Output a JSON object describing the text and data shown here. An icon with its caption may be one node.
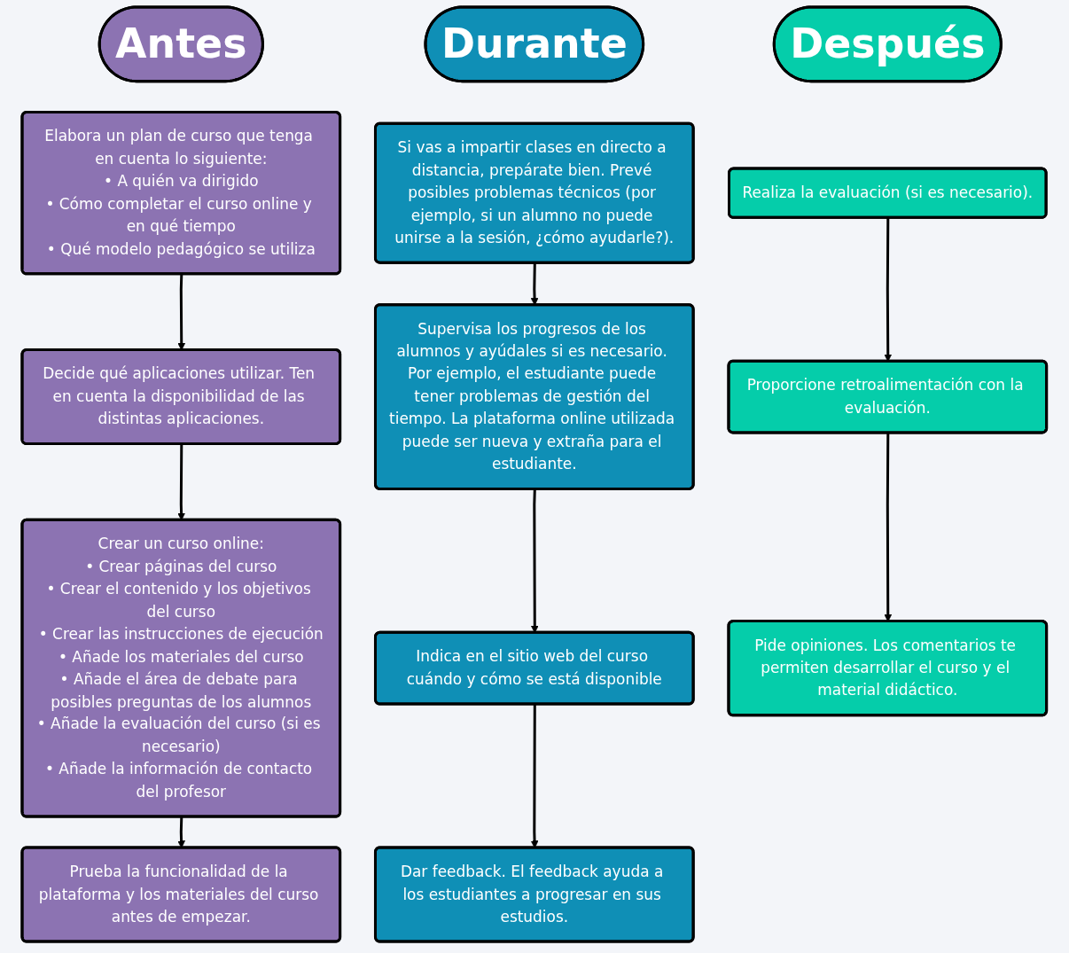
{
  "diagram": {
    "nodes": [
      {
        "text": [
          "Antes"
        ]
      },
      {
        "text": [
          "Durante"
        ]
      },
      {
        "text": [
          "Después"
        ]
      },
      {
        "text": [
          "Elabora un plan de curso que tenga en cuenta lo siguiente:",
          "• A quién va dirigido",
          "• Cómo completar el curso online y en qué tiempo",
          "• Qué modelo pedagógico se utiliza"
        ]
      },
      {
        "text": [
          "Decide qué aplicaciones utilizar. Ten en cuenta la disponibilidad de las distintas aplicaciones."
        ]
      },
      {
        "text": [
          "Crear un curso online:",
          "• Crear páginas del curso",
          "• Crear el contenido y los objetivos del curso",
          "• Crear las instrucciones de ejecución",
          "• Añade los materiales del curso",
          "• Añade el área de debate para posibles preguntas de los alumnos",
          "• Añade la evaluación del curso (si es necesario)",
          "• Añade la información de contacto del profesor"
        ]
      },
      {
        "text": [
          "Prueba la funcionalidad de la plataforma y los materiales del curso antes de empezar."
        ]
      },
      {
        "text": [
          "Si vas a impartir clases en directo a distancia, prepárate bien. Prevé posibles problemas técnicos (por ejemplo, si un alumno no puede unirse a la sesión, ¿cómo ayudarle?)."
        ]
      },
      {
        "text": [
          "Supervisa los progresos de los alumnos y ayúdales si es necesario. Por ejemplo, el estudiante puede tener problemas de gestión del tiempo. La plataforma online utilizada puede ser nueva y extraña para el estudiante."
        ]
      },
      {
        "text": [
          "Indica en el sitio web del curso cuándo y cómo se está disponible"
        ]
      },
      {
        "text": [
          "Dar feedback. El feedback ayuda a los estudiantes a progresar en sus estudios."
        ]
      },
      {
        "text": [
          "Realiza la evaluación (si es necesario)."
        ]
      },
      {
        "text": [
          "Proporcione retroalimentación con la evaluación."
        ]
      },
      {
        "text": [
          "Pide opiniones. Los comentarios te permiten desarrollar el curso y el material didáctico."
        ]
      }
    ],
    "edges": [
      {
        "from": 3,
        "to": 4,
        "arrow": "to"
      },
      {
        "from": 4,
        "to": 5,
        "arrow": "to"
      },
      {
        "from": 5,
        "to": 6,
        "arrow": "to"
      },
      {
        "from": 7,
        "to": 8,
        "arrow": "to"
      },
      {
        "from": 8,
        "to": 9,
        "arrow": "to"
      },
      {
        "from": 9,
        "to": 10,
        "arrow": "to"
      },
      {
        "from": 11,
        "to": 12,
        "arrow": "to"
      },
      {
        "from": 12,
        "to": 13,
        "arrow": "to"
      }
    ]
  }
}
